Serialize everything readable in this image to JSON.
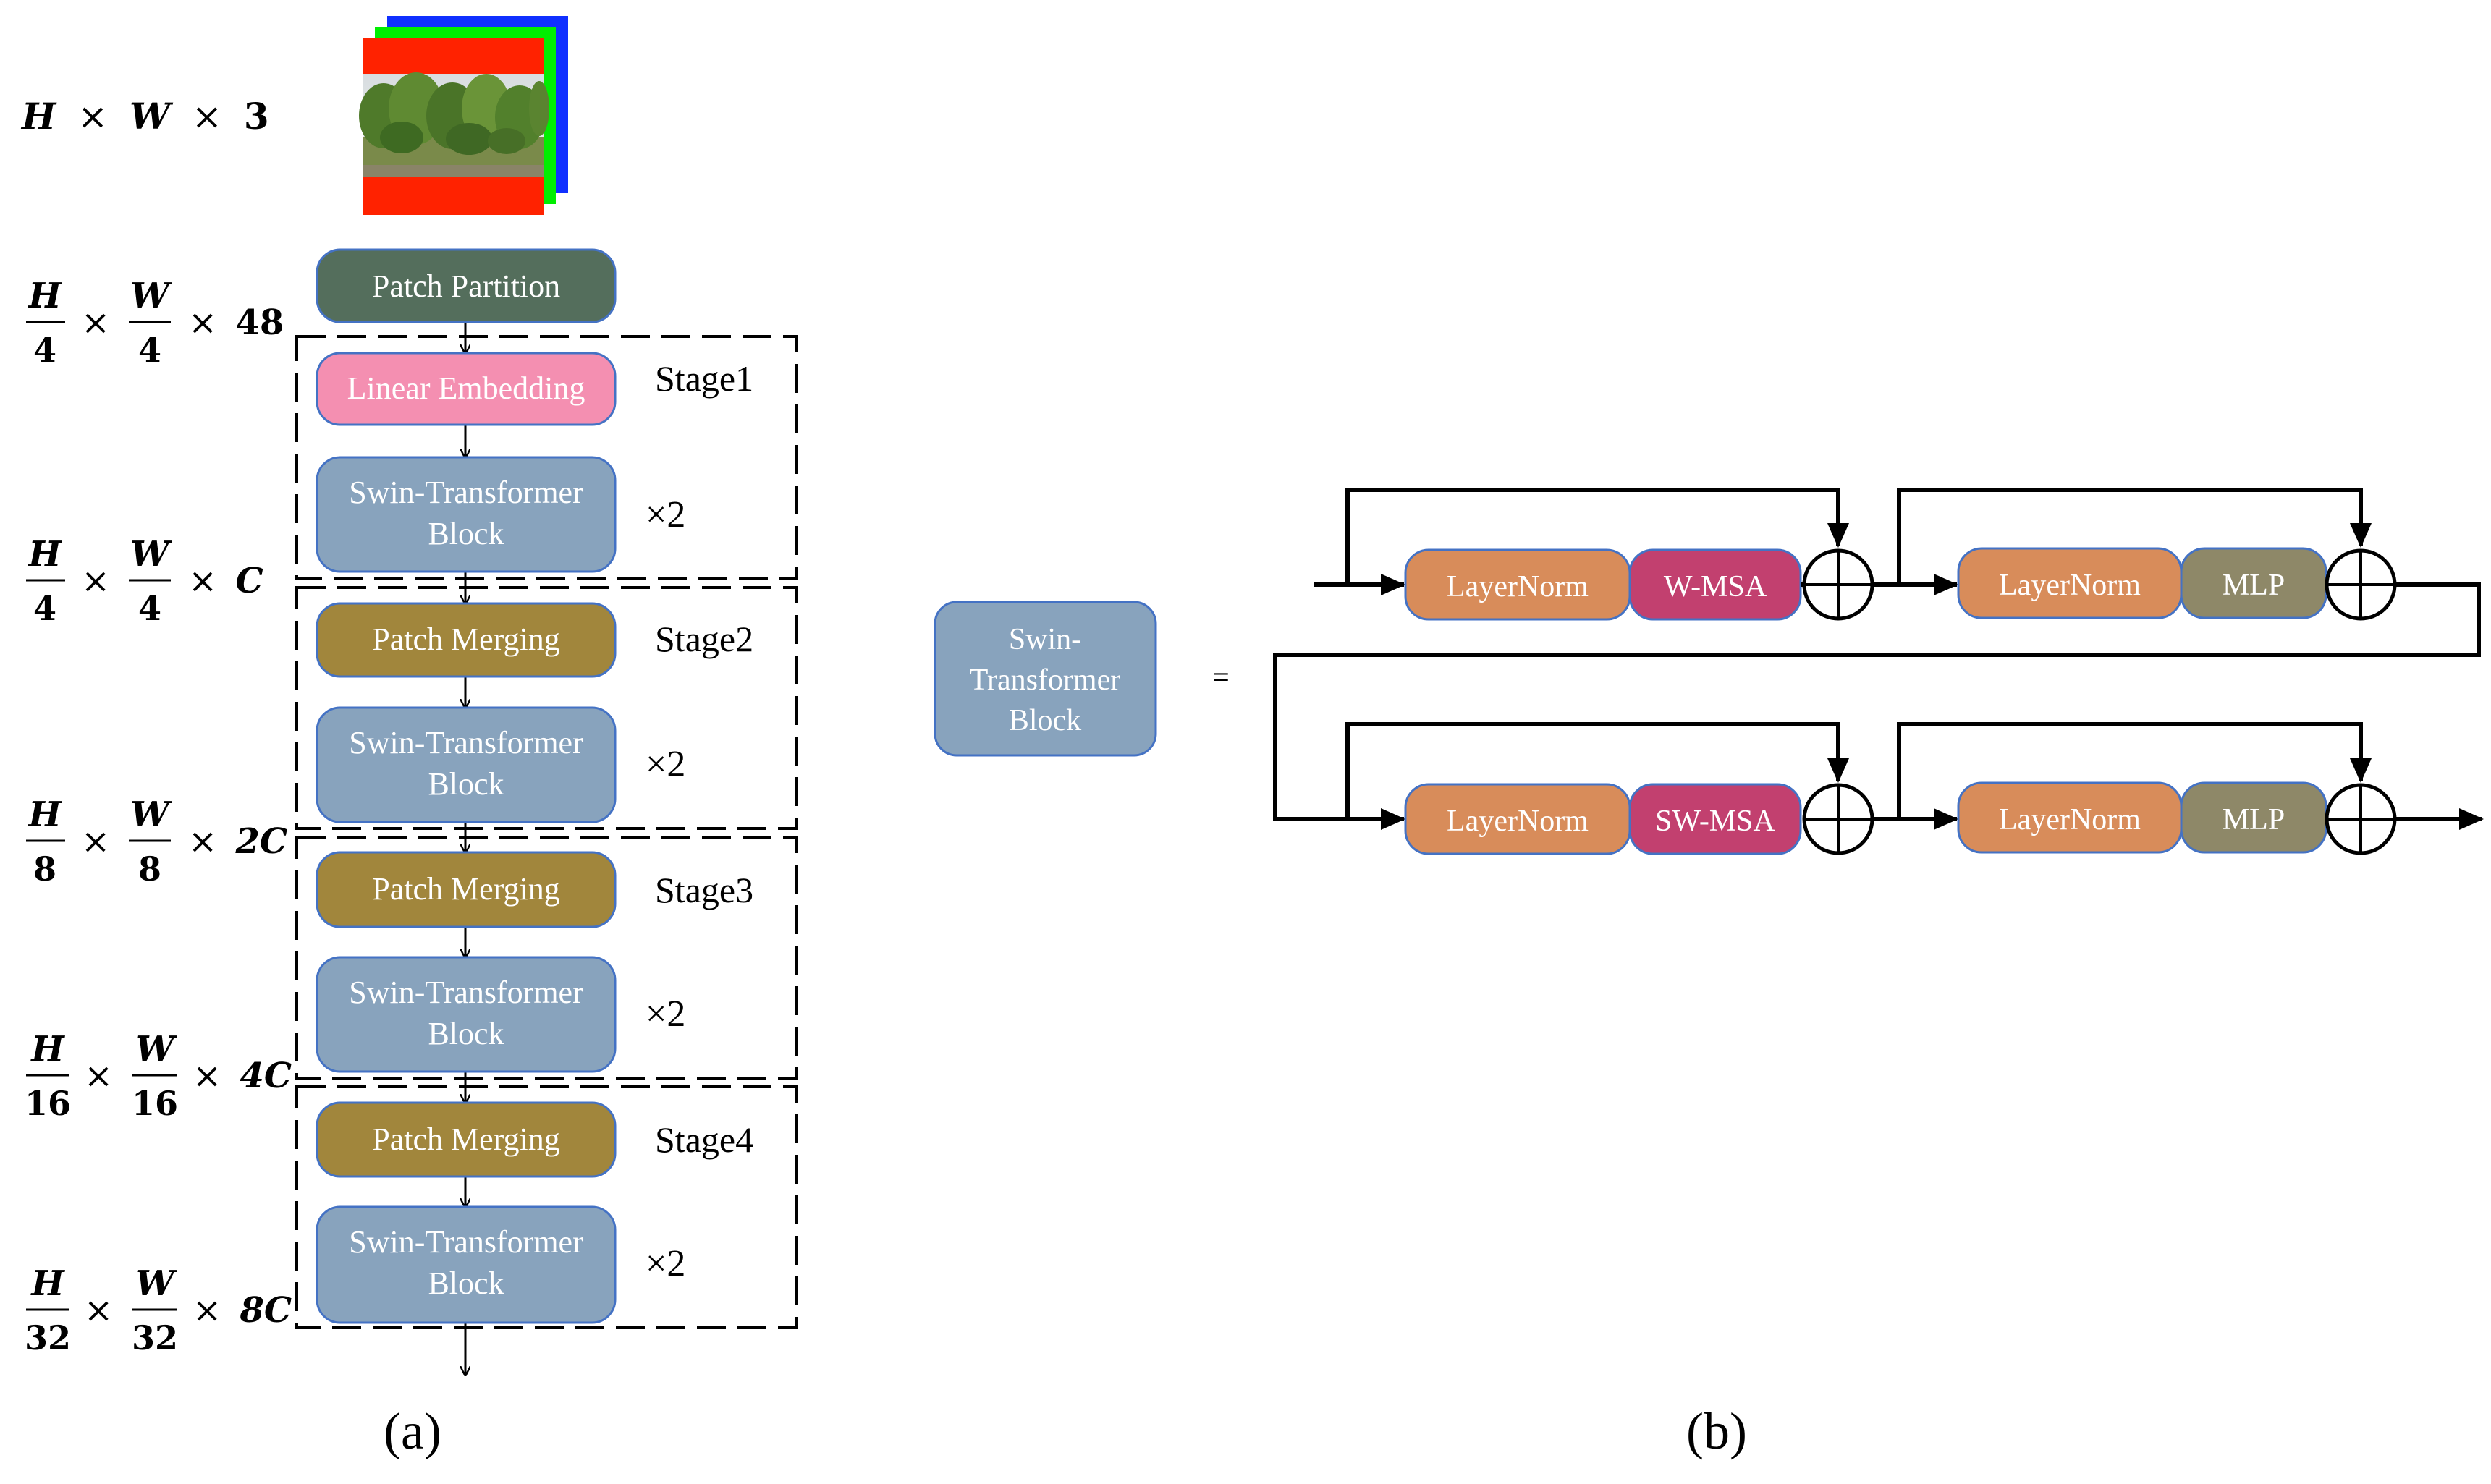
{
  "panel_a": {
    "caption": "(a)",
    "dims": {
      "input": {
        "h": "H",
        "w": "W",
        "c": "3"
      },
      "d1": {
        "hnum": "H",
        "hden": "4",
        "wnum": "W",
        "wden": "4",
        "c": "48"
      },
      "d2": {
        "hnum": "H",
        "hden": "4",
        "wnum": "W",
        "wden": "4",
        "c": "C"
      },
      "d3": {
        "hnum": "H",
        "hden": "8",
        "wnum": "W",
        "wden": "8",
        "c": "2C"
      },
      "d4": {
        "hnum": "H",
        "hden": "16",
        "wnum": "W",
        "wden": "16",
        "c": "4C"
      },
      "d5": {
        "hnum": "H",
        "hden": "32",
        "wnum": "W",
        "wden": "32",
        "c": "8C"
      }
    },
    "times": "×",
    "patch_partition": "Patch Partition",
    "linear_embedding": "Linear Embedding",
    "patch_merging": "Patch Merging",
    "swin_block_line1": "Swin-Transformer",
    "swin_block_line2": "Block",
    "repeat": "×2",
    "stages": [
      "Stage1",
      "Stage2",
      "Stage3",
      "Stage4"
    ]
  },
  "panel_b": {
    "caption": "(b)",
    "swin_line1": "Swin-",
    "swin_line2": "Transformer",
    "swin_line3": "Block",
    "equals": "=",
    "layernorm": "LayerNorm",
    "wmsa": "W-MSA",
    "swmsa": "SW-MSA",
    "mlp": "MLP"
  },
  "colors": {
    "patch_partition": "#546e5c",
    "linear_embedding": "#f48fb1",
    "patch_merging": "#a1863c",
    "swin_block": "#88a3bd",
    "layernorm": "#d88c5a",
    "wmsa": "#c2406f",
    "mlp": "#8e8868",
    "image_red": "#ff2200",
    "image_green": "#00ee00",
    "image_blue": "#1030ff"
  }
}
